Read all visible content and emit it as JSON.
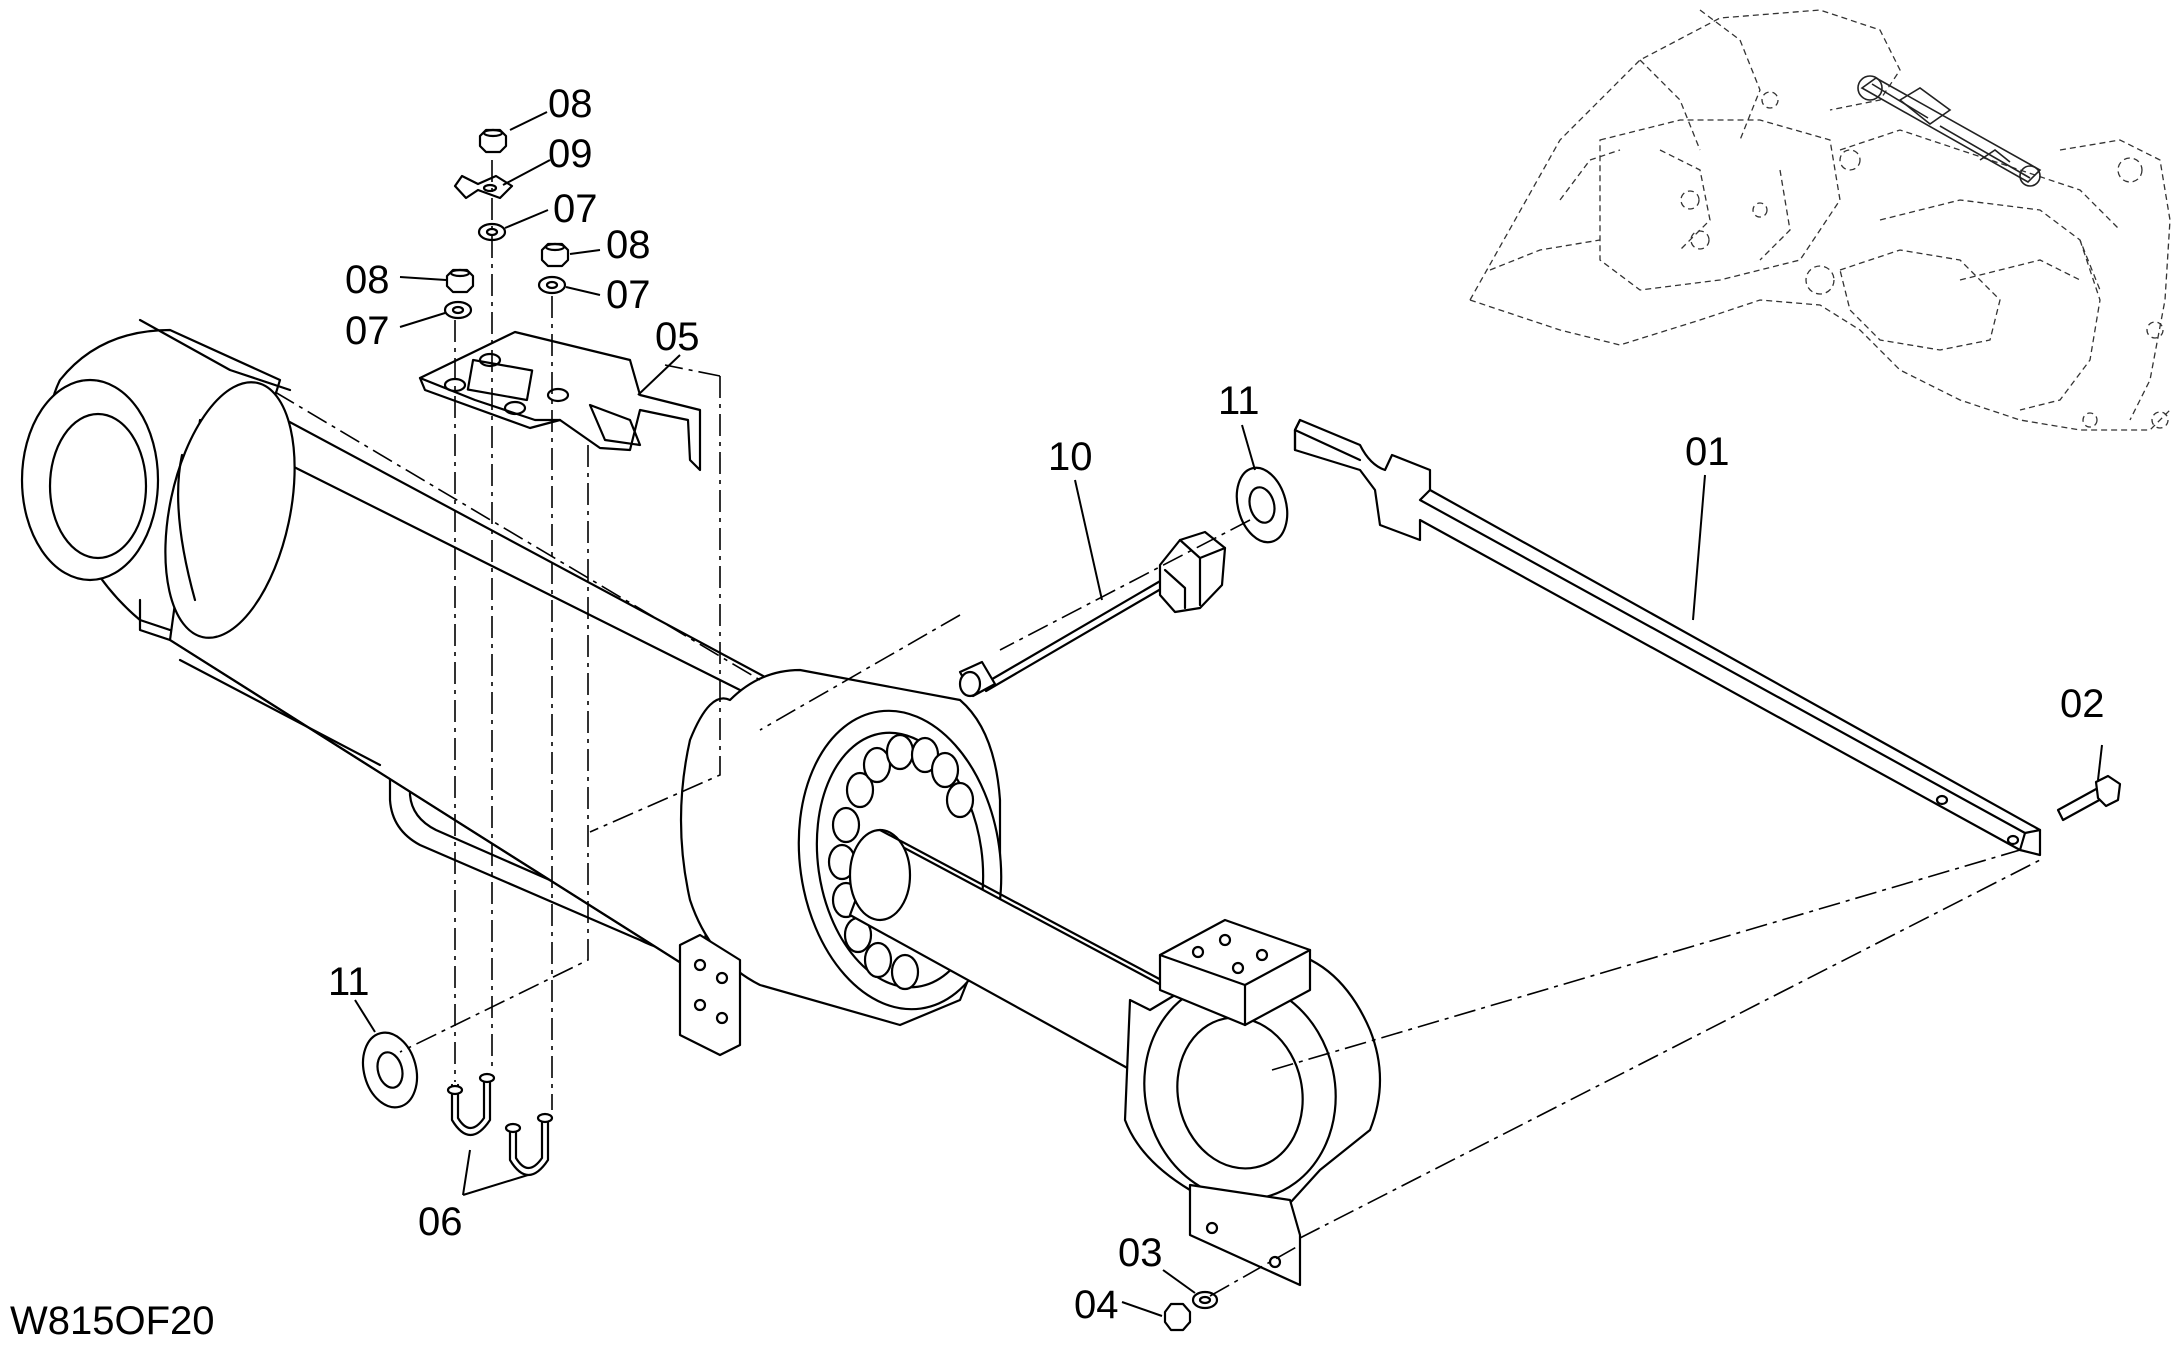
{
  "drawing_code": "W815OF20",
  "part_labels": {
    "p01": "01",
    "p02": "02",
    "p03": "03",
    "p04": "04",
    "p05": "05",
    "p06": "06",
    "p07a": "07",
    "p07b": "07",
    "p07c": "07",
    "p08a": "08",
    "p08b": "08",
    "p08c": "08",
    "p09": "09",
    "p10": "10",
    "p11a": "11",
    "p11b": "11"
  }
}
